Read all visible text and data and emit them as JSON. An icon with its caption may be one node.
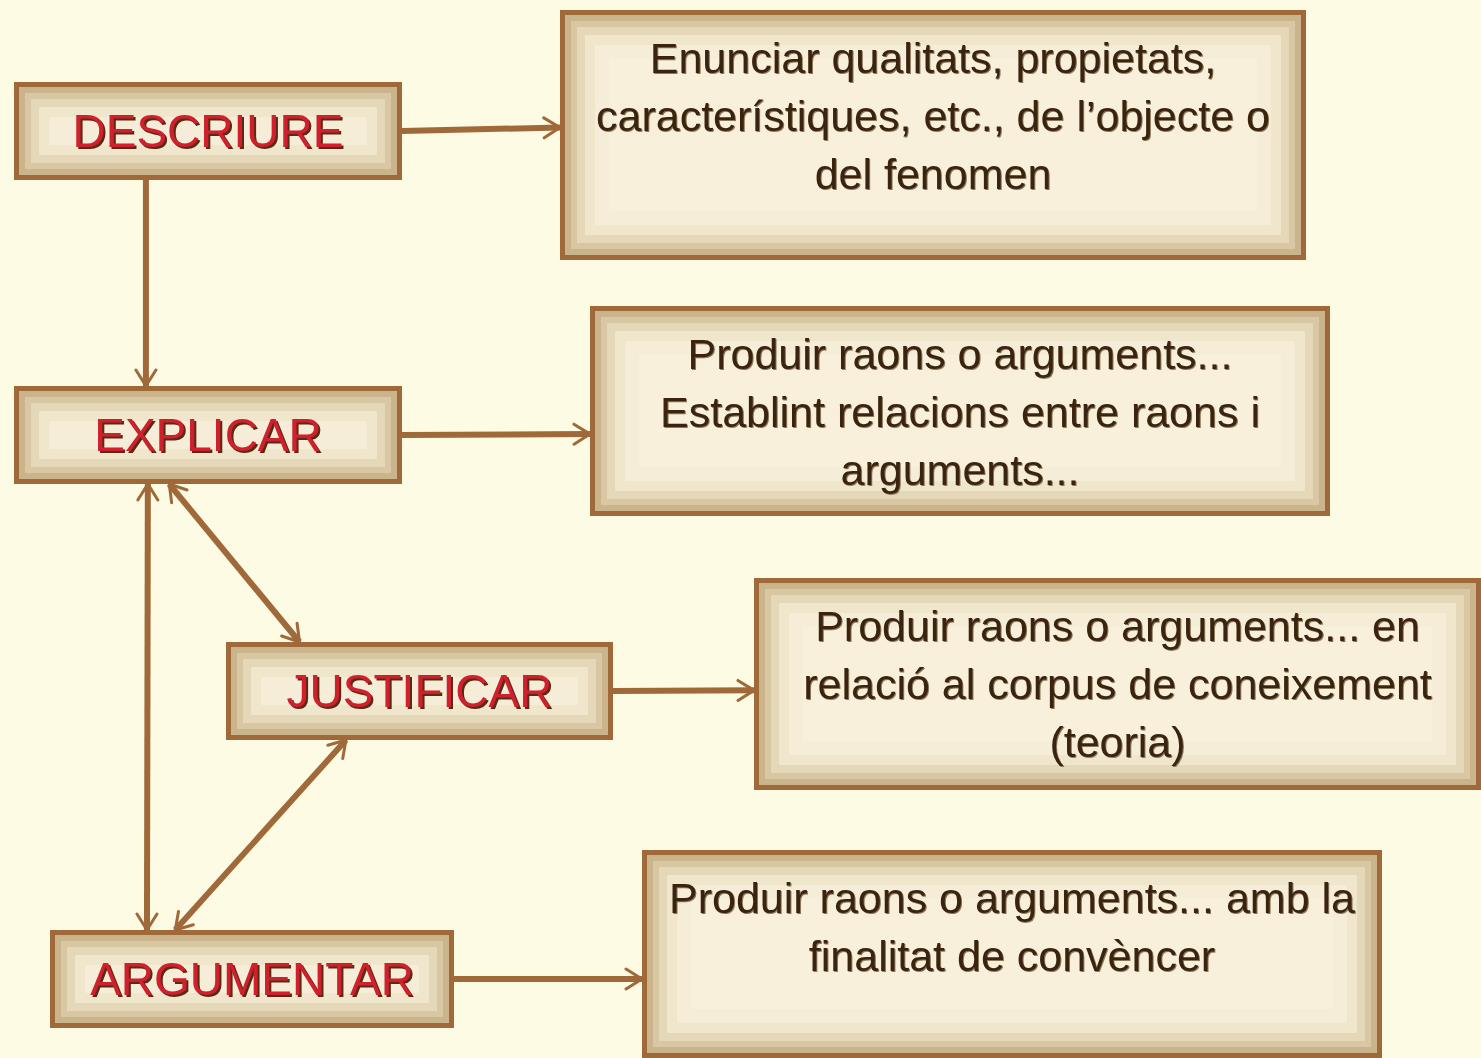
{
  "diagram": {
    "nodes": [
      {
        "text": [
          "DESCRIURE"
        ]
      },
      {
        "text": [
          "Enunciar qualitats, propietats, característiques, etc., de l’objecte o del fenomen"
        ]
      },
      {
        "text": [
          "EXPLICAR"
        ]
      },
      {
        "text": [
          "Produir raons o arguments... Establint relacions entre raons i arguments..."
        ]
      },
      {
        "text": [
          "JUSTIFICAR"
        ]
      },
      {
        "text": [
          "Produir raons o arguments... en relació al corpus de coneixement (teoria)"
        ]
      },
      {
        "text": [
          "ARGUMENTAR"
        ]
      },
      {
        "text": [
          "Produir raons o arguments... amb la finalitat de convèncer"
        ]
      }
    ],
    "edges": [
      {
        "from": 0,
        "to": 1,
        "arrow": "to"
      },
      {
        "from": 0,
        "to": 2,
        "arrow": "to"
      },
      {
        "from": 2,
        "to": 3,
        "arrow": "to"
      },
      {
        "from": 2,
        "to": 4,
        "arrow": "both"
      },
      {
        "from": 2,
        "to": 6,
        "arrow": "both"
      },
      {
        "from": 4,
        "to": 6,
        "arrow": "both"
      },
      {
        "from": 4,
        "to": 5,
        "arrow": "to"
      },
      {
        "from": 6,
        "to": 7,
        "arrow": "to"
      }
    ]
  }
}
